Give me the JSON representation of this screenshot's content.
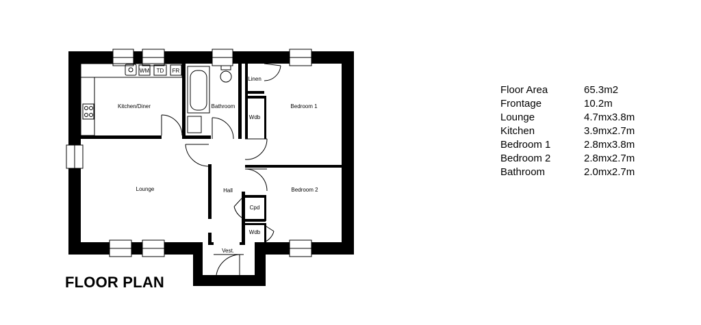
{
  "title": "FLOOR PLAN",
  "rooms": {
    "kitchen": "Kitchen/Diner",
    "bathroom": "Bathroom",
    "bedroom1": "Bedroom 1",
    "bedroom2": "Bedroom 2",
    "lounge": "Lounge",
    "hall": "Hall",
    "vest": "Vest.",
    "linen": "Linen",
    "wdb_top": "Wdb",
    "wdb_bottom": "Wdb",
    "cpd": "Cpd"
  },
  "appliances": {
    "wm": "WM",
    "td": "TD",
    "fr": "FR"
  },
  "specs": [
    {
      "label": "Floor Area",
      "value": "65.3m2"
    },
    {
      "label": "Frontage",
      "value": "10.2m"
    },
    {
      "label": "Lounge",
      "value": "4.7mx3.8m"
    },
    {
      "label": "Kitchen",
      "value": "3.9mx2.7m"
    },
    {
      "label": "Bedroom 1",
      "value": "2.8mx3.8m"
    },
    {
      "label": "Bedroom 2",
      "value": "2.8mx2.7m"
    },
    {
      "label": "Bathroom",
      "value": "2.0mx2.7m"
    }
  ]
}
